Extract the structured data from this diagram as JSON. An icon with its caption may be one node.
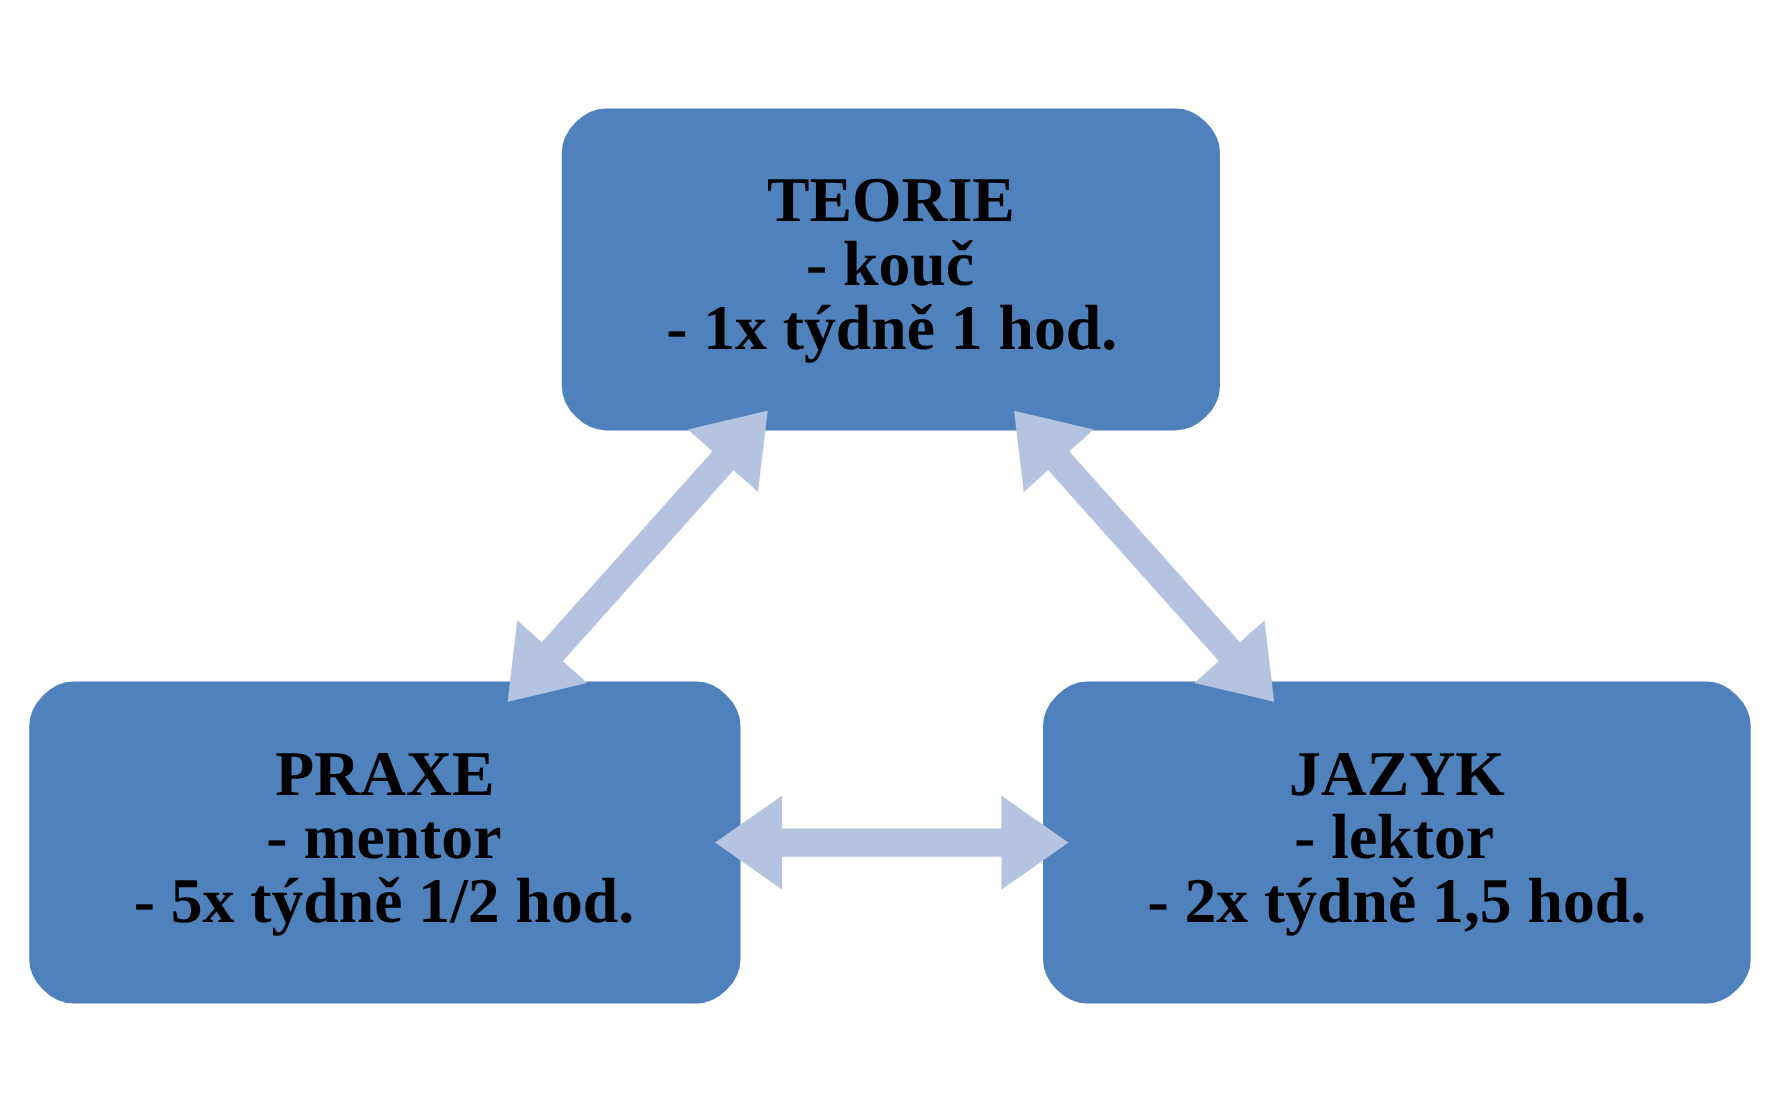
{
  "diagram": {
    "nodes": [
      {
        "text": [
          "TEORIE",
          "- kouč",
          "- 1x týdně 1 hod."
        ]
      },
      {
        "text": [
          "PRAXE",
          "- mentor",
          "- 5x týdně 1/2 hod."
        ]
      },
      {
        "text": [
          "JAZYK",
          "- lektor",
          "- 2x týdně 1,5 hod."
        ]
      }
    ],
    "edges": [
      {
        "from": 0,
        "to": 1,
        "arrow": "both"
      },
      {
        "from": 0,
        "to": 2,
        "arrow": "both"
      },
      {
        "from": 1,
        "to": 2,
        "arrow": "both"
      }
    ]
  }
}
